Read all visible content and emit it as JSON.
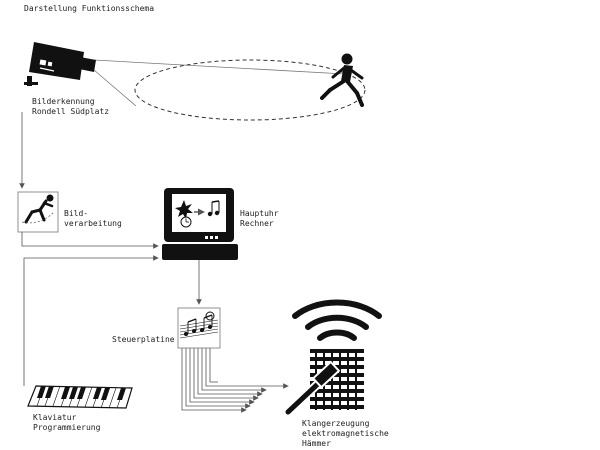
{
  "title": "Darstellung Funktionsschema",
  "labels": {
    "camera_line1": "Bilderkennung",
    "camera_line2": "Rondell Südplatz",
    "image_proc_line1": "Bild-",
    "image_proc_line2": "verarbeitung",
    "computer_line1": "Hauptuhr",
    "computer_line2": "Rechner",
    "control_board": "Steuerplatine",
    "keyboard_line1": "Klaviatur",
    "keyboard_line2": "Programmierung",
    "sound_line1": "Klangerzeugung",
    "sound_line2": "elektromagnetische",
    "sound_line3": "Hämmer"
  },
  "colors": {
    "ink": "#111111",
    "line": "#555555",
    "text": "#222222"
  },
  "icons": {
    "camera": "security-camera-icon",
    "person": "walking-person-icon",
    "image_processing": "image-processing-icon",
    "computer": "computer-icon",
    "control_board": "music-notes-board-icon",
    "keyboard": "piano-keyboard-icon",
    "sound": "wireless-signal-icon",
    "hammer": "hammer-icon"
  }
}
